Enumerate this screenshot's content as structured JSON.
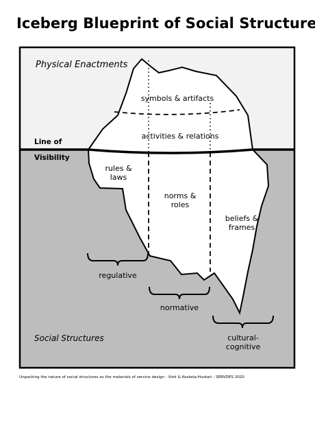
{
  "title": "Iceberg Blueprint of Social Structures",
  "zones": {
    "above": "Physical Enactments",
    "below": "Social Structures",
    "line_label_1": "Line of",
    "line_label_2": "Visibility"
  },
  "layers": {
    "symbols": "symbols & artifacts",
    "activities": "activities & relations",
    "rules_1": "rules &",
    "rules_2": "laws",
    "norms_1": "norms &",
    "norms_2": "roles",
    "beliefs_1": "beliefs &",
    "beliefs_2": "frames"
  },
  "pillars": {
    "regulative": "regulative",
    "normative": "normative",
    "cultural_1": "cultural-",
    "cultural_2": "cognitive"
  },
  "caption": "Unpacking the nature of social structures as the materials of service design - Vink & Koskela-Huotari - SERVDES 2020",
  "colors": {
    "above_water": "#f2f2f2",
    "below_water": "#bdbdbd",
    "iceberg": "#ffffff",
    "line": "#000000"
  }
}
